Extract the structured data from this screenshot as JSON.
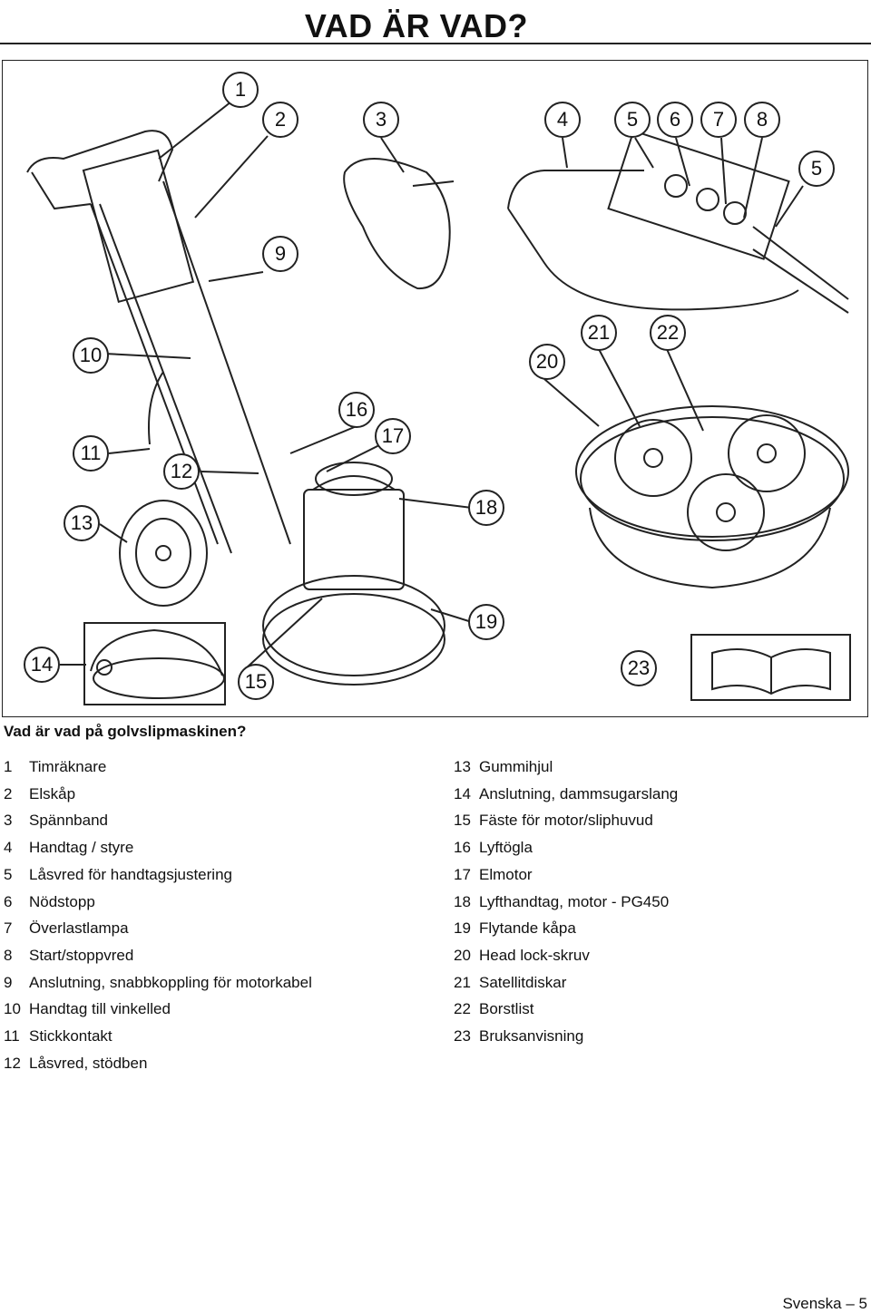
{
  "page": {
    "title": "VAD ÄR VAD?",
    "subtitle": "Vad är vad på golvslipmaskinen?",
    "footer": "Svenska – 5"
  },
  "callouts": [
    "1",
    "2",
    "3",
    "4",
    "5",
    "6",
    "7",
    "8",
    "5",
    "9",
    "10",
    "21",
    "22",
    "20",
    "16",
    "11",
    "17",
    "12",
    "18",
    "13",
    "19",
    "14",
    "15",
    "23"
  ],
  "legend_left": [
    {
      "num": "1",
      "label": "Timräknare"
    },
    {
      "num": "2",
      "label": "Elskåp"
    },
    {
      "num": "3",
      "label": "Spännband"
    },
    {
      "num": "4",
      "label": "Handtag / styre"
    },
    {
      "num": "5",
      "label": "Låsvred för handtagsjustering"
    },
    {
      "num": "6",
      "label": "Nödstopp"
    },
    {
      "num": "7",
      "label": "Överlastlampa"
    },
    {
      "num": "8",
      "label": "Start/stoppvred"
    },
    {
      "num": "9",
      "label": "Anslutning, snabbkoppling för motorkabel"
    },
    {
      "num": "10",
      "label": "Handtag till vinkelled"
    },
    {
      "num": "11",
      "label": "Stickkontakt"
    },
    {
      "num": "12",
      "label": "Låsvred, stödben"
    }
  ],
  "legend_right": [
    {
      "num": "13",
      "label": "Gummihjul"
    },
    {
      "num": "14",
      "label": "Anslutning, dammsugarslang"
    },
    {
      "num": "15",
      "label": "Fäste för motor/sliphuvud"
    },
    {
      "num": "16",
      "label": "Lyftögla"
    },
    {
      "num": "17",
      "label": "Elmotor"
    },
    {
      "num": "18",
      "label": "Lyfthandtag, motor - PG450"
    },
    {
      "num": "19",
      "label": "Flytande kåpa"
    },
    {
      "num": "20",
      "label": "Head lock-skruv"
    },
    {
      "num": "21",
      "label": "Satellitdiskar"
    },
    {
      "num": "22",
      "label": "Borstlist"
    },
    {
      "num": "23",
      "label": "Bruksanvisning"
    }
  ]
}
